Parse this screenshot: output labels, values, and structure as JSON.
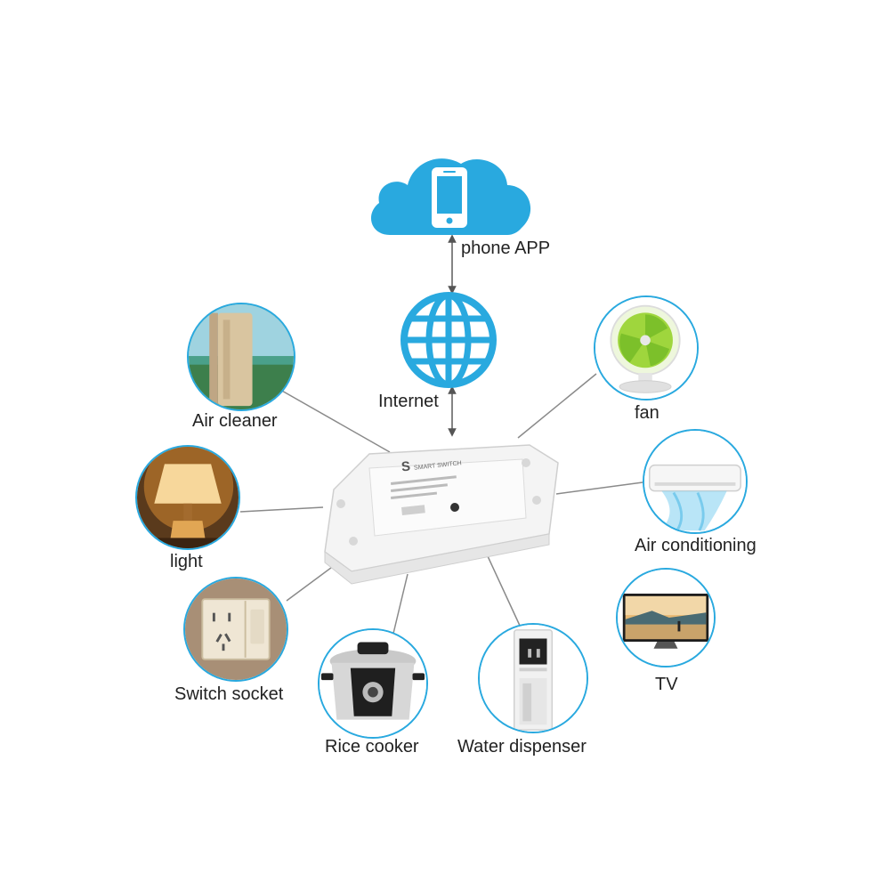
{
  "diagram": {
    "nodes": {
      "phone_app": {
        "label": "phone APP",
        "icon": "cloud-phone-icon"
      },
      "internet": {
        "label": "Internet",
        "icon": "globe-icon"
      },
      "air_cleaner": {
        "label": "Air cleaner"
      },
      "light": {
        "label": "light"
      },
      "switch_socket": {
        "label": "Switch socket"
      },
      "rice_cooker": {
        "label": "Rice cooker"
      },
      "water_dispenser": {
        "label": "Water dispenser"
      },
      "fan": {
        "label": "fan"
      },
      "air_conditioning": {
        "label": "Air conditioning"
      },
      "tv": {
        "label": "TV"
      }
    },
    "device": {
      "brand_mark": "S",
      "title": "SMART SWITCH"
    },
    "colors": {
      "accent": "#29a9df",
      "link": "#8a8a8a",
      "label": "#222222"
    }
  }
}
